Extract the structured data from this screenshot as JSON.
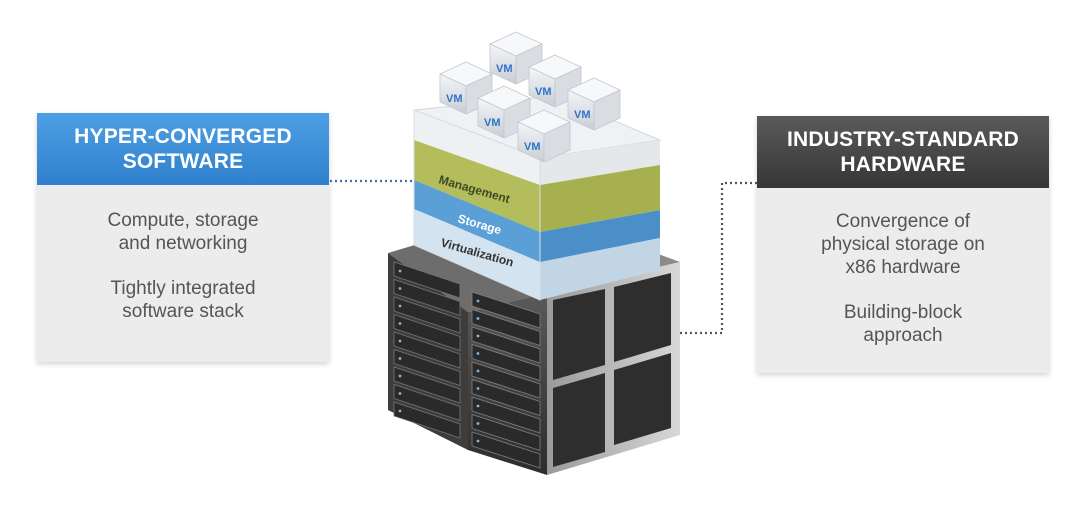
{
  "left_card": {
    "title_line1": "HYPER-CONVERGED",
    "title_line2": "SOFTWARE",
    "para1_line1": "Compute, storage",
    "para1_line2": "and networking",
    "para2_line1": "Tightly integrated",
    "para2_line2": "software stack",
    "header_color": "#3a8ad8"
  },
  "right_card": {
    "title_line1": "INDUSTRY-STANDARD",
    "title_line2": "HARDWARE",
    "para1_line1": "Convergence of",
    "para1_line2": "physical storage on",
    "para1_line3": "x86 hardware",
    "para2_line1": "Building-block",
    "para2_line2": "approach",
    "header_color": "#444444"
  },
  "stack": {
    "vm_label": "VM",
    "layers": {
      "management": "Management",
      "storage": "Storage",
      "virtualization": "Virtualization"
    },
    "colors": {
      "management": "#b5bf5a",
      "storage": "#5aa0d6",
      "virtualization": "#cfe0ee"
    }
  }
}
